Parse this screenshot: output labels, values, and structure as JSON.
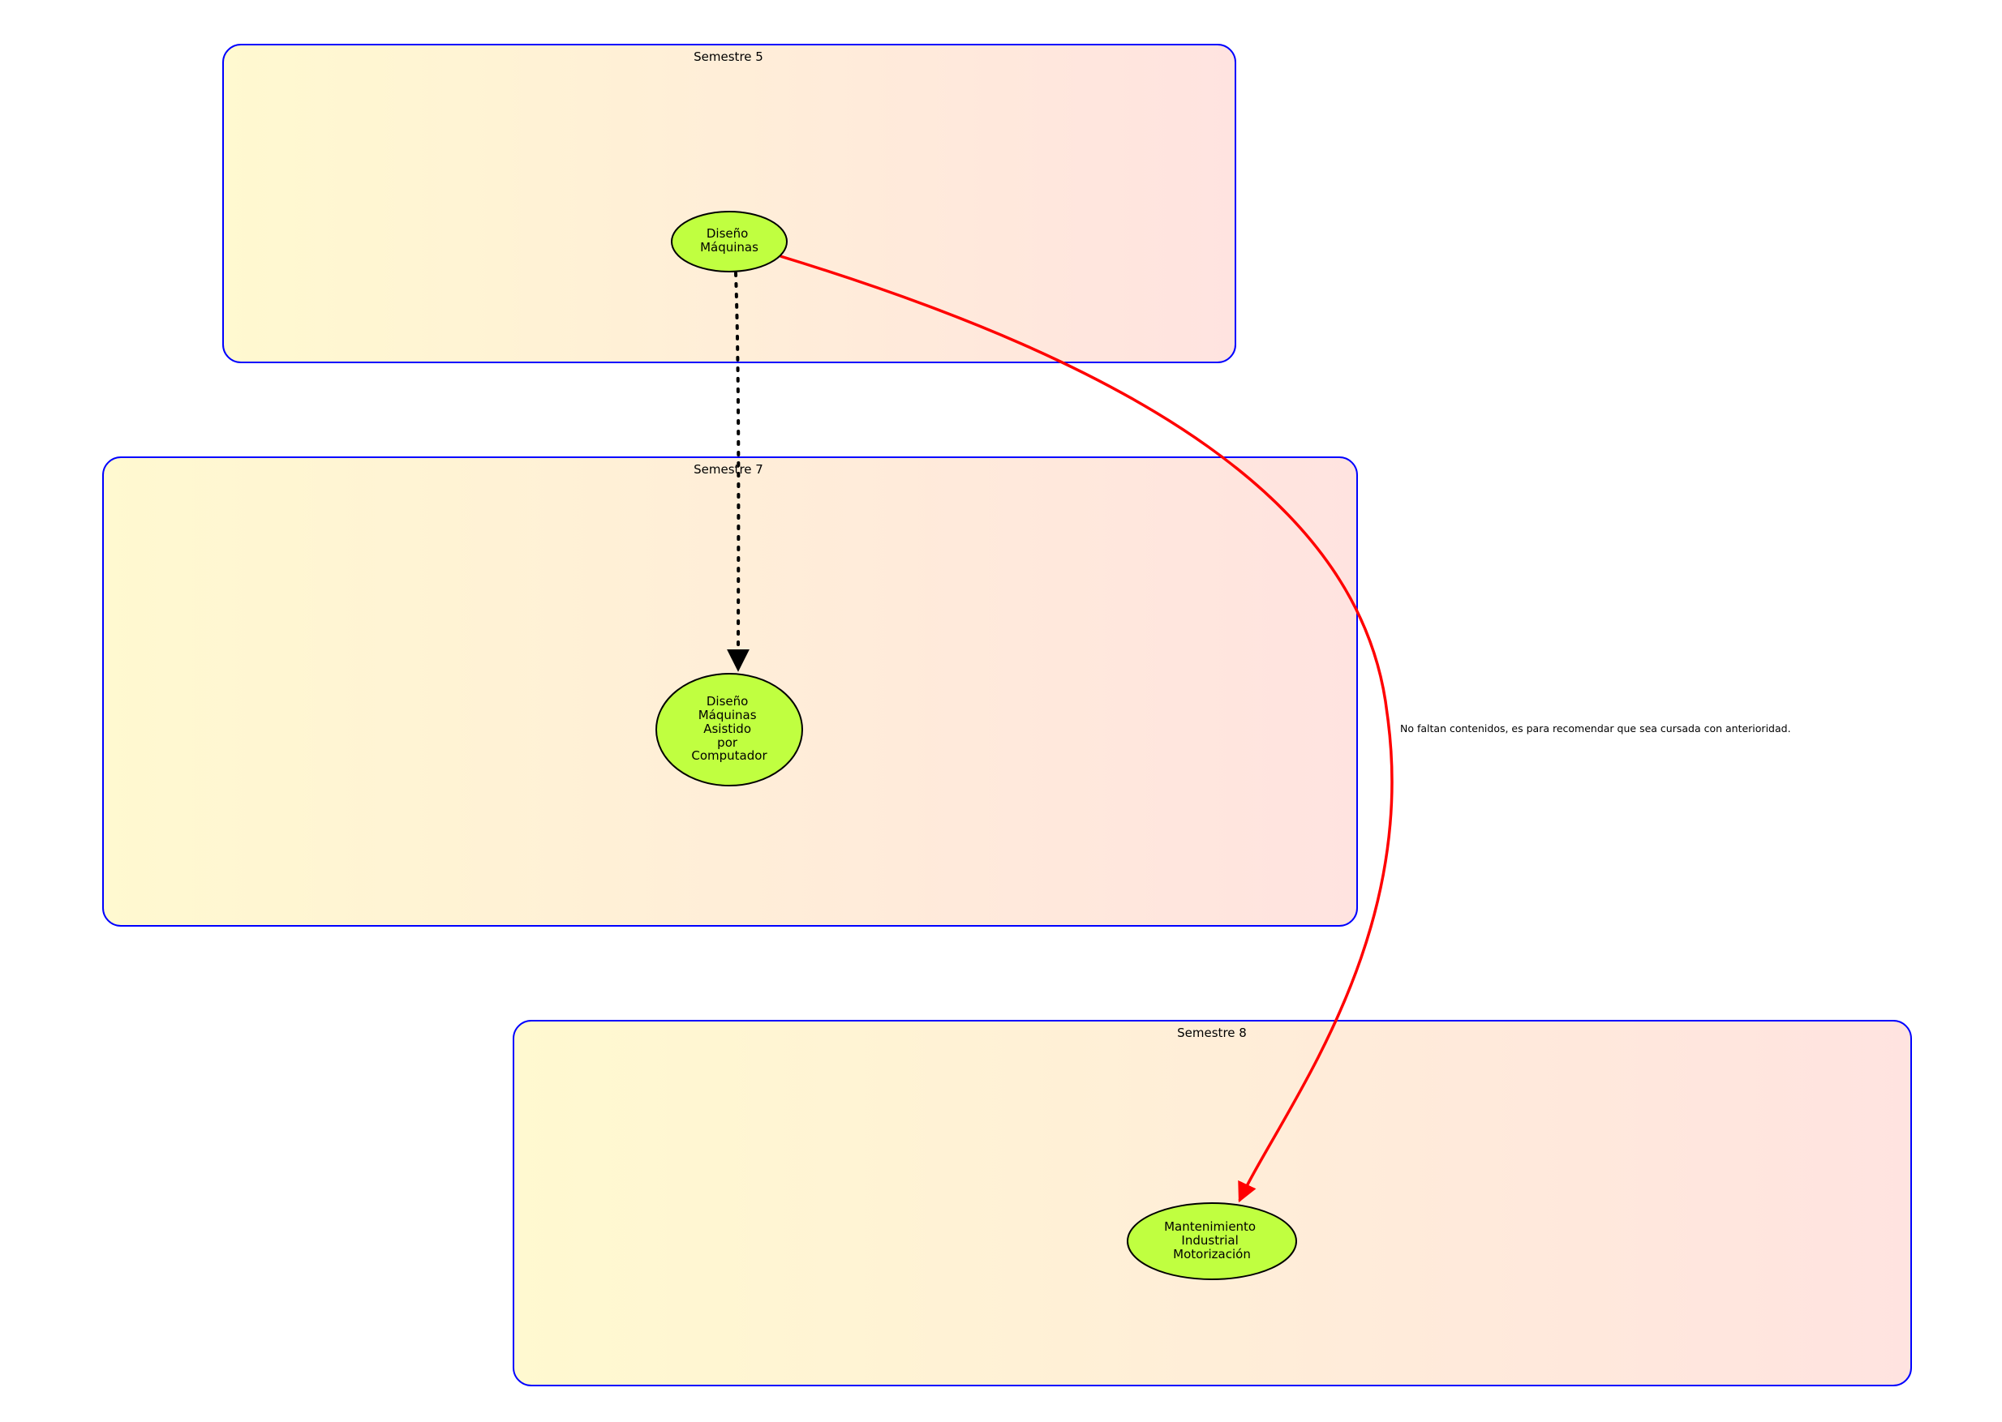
{
  "colors": {
    "cluster_border": "#0000ff",
    "cluster_fill_start": "#fff9d0",
    "cluster_fill_end": "#ffe3e0",
    "node_fill": "#c0ff40",
    "node_stroke": "#000000",
    "edge_dotted": "#000000",
    "edge_red": "#ff0000"
  },
  "clusters": [
    {
      "id": "sem5",
      "label": "Semestre 5"
    },
    {
      "id": "sem7",
      "label": "Semestre 7"
    },
    {
      "id": "sem8",
      "label": "Semestre 8"
    }
  ],
  "nodes": [
    {
      "id": "diseno_maquinas",
      "lines": [
        "Diseño",
        "Máquinas"
      ]
    },
    {
      "id": "diseno_asistido",
      "lines": [
        "Diseño",
        "Máquinas",
        "Asistido",
        "por",
        "Computador"
      ]
    },
    {
      "id": "mantenimiento",
      "lines": [
        "Mantenimiento",
        "Industrial",
        "Motorización"
      ]
    }
  ],
  "edges": [
    {
      "from": "diseno_maquinas",
      "to": "diseno_asistido",
      "style": "dotted"
    },
    {
      "from": "diseno_maquinas",
      "to": "mantenimiento",
      "style": "solid",
      "label": "No faltan contenidos, es para recomendar que sea cursada con anterioridad."
    }
  ]
}
